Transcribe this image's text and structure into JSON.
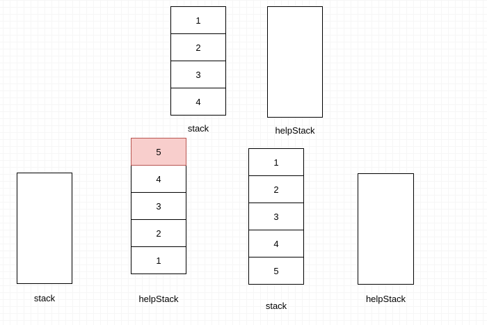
{
  "colors": {
    "shape_fill": "#ffffff",
    "shape_stroke": "#000000",
    "highlight_fill": "#f8cecc",
    "highlight_stroke": "#b85450",
    "text_color": "#000000",
    "grid_minor": "#f6f6f6",
    "grid_major": "#e9e9e9"
  },
  "stacks": [
    {
      "label": "stack",
      "cells": [
        "1",
        "2",
        "3",
        "4"
      ]
    },
    {
      "label": "helpStack",
      "cells": []
    },
    {
      "label": "stack",
      "cells": []
    },
    {
      "label": "helpStack",
      "cells": [
        "5",
        "4",
        "3",
        "2",
        "1"
      ],
      "highlight_index": 0
    },
    {
      "label": "stack",
      "cells": [
        "1",
        "2",
        "3",
        "4",
        "5"
      ]
    },
    {
      "label": "helpStack",
      "cells": []
    }
  ]
}
